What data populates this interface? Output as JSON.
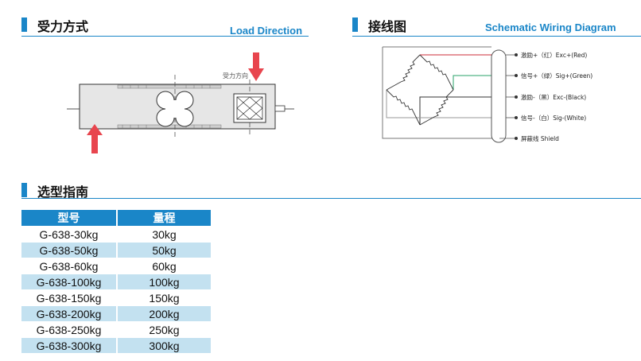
{
  "sections": {
    "load": {
      "title": "受力方式",
      "subtitle": "Load Direction"
    },
    "wiring": {
      "title": "接线图",
      "subtitle": "Schematic Wiring Diagram"
    },
    "selection": {
      "title": "选型指南"
    }
  },
  "load_diagram": {
    "force_label": "受力方向"
  },
  "wiring_diagram": {
    "wires": [
      {
        "label": "激励+（红）Exc+(Red)",
        "color": "#cc2e3a"
      },
      {
        "label": "信号+（绿）Sig+(Green)",
        "color": "#2aa36a"
      },
      {
        "label": "激励-（黑）Exc-(Black)",
        "color": "#333333"
      },
      {
        "label": "信号-（白）Sig-(White)",
        "color": "#9a9a9a"
      },
      {
        "label": "屏蔽线  Shield",
        "color": "#555555"
      }
    ]
  },
  "table": {
    "headers": [
      "型号",
      "量程"
    ],
    "rows": [
      [
        "G-638-30kg",
        "30kg"
      ],
      [
        "G-638-50kg",
        "50kg"
      ],
      [
        "G-638-60kg",
        "60kg"
      ],
      [
        "G-638-100kg",
        "100kg"
      ],
      [
        "G-638-150kg",
        "150kg"
      ],
      [
        "G-638-200kg",
        "200kg"
      ],
      [
        "G-638-250kg",
        "250kg"
      ],
      [
        "G-638-300kg",
        "300kg"
      ]
    ]
  },
  "colors": {
    "accent": "#1a86c8",
    "arrow": "#e8454e",
    "row_alt": "#c3e1f0"
  }
}
